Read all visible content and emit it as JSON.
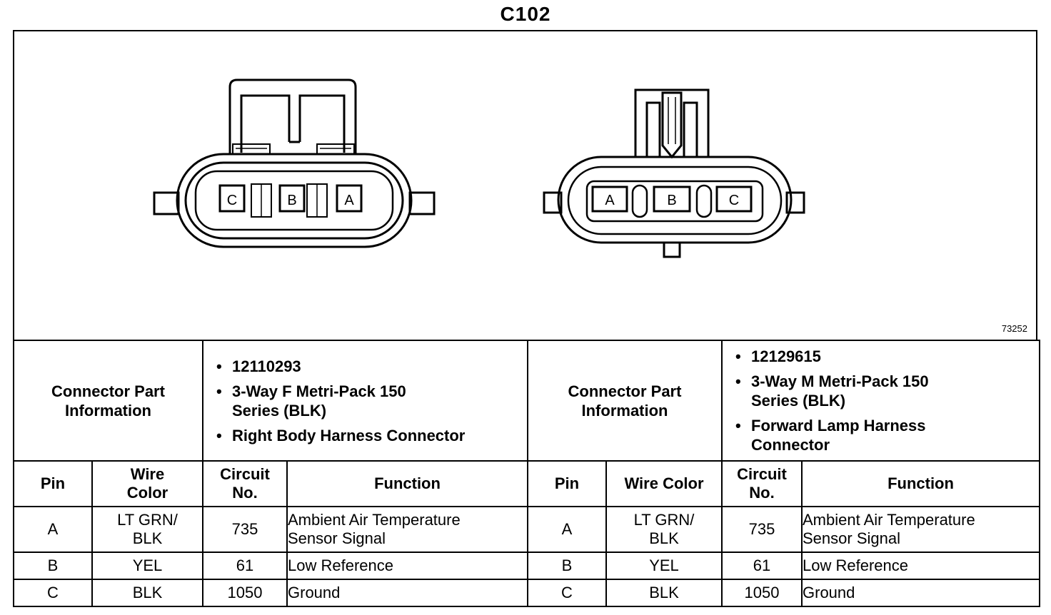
{
  "title": "C102",
  "figure_id": "73252",
  "connectors": [
    {
      "info_label": "Connector Part Information",
      "info_items": [
        "12110293",
        "3-Way F Metri-Pack 150 Series (BLK)",
        "Right Body Harness Connector"
      ],
      "pin_labels": [
        "C",
        "B",
        "A"
      ]
    },
    {
      "info_label": "Connector Part Information",
      "info_items": [
        "12129615",
        "3-Way M Metri-Pack 150 Series (BLK)",
        "Forward Lamp Harness Connector"
      ],
      "pin_labels": [
        "A",
        "B",
        "C"
      ]
    }
  ],
  "table": {
    "headers_left": [
      "Pin",
      "Wire Color",
      "Circuit No.",
      "Function"
    ],
    "headers_right": [
      "Pin",
      "Wire Color",
      "Circuit No.",
      "Function"
    ],
    "rows": [
      {
        "pin": "A",
        "wire": "LT GRN/ BLK",
        "circuit": "735",
        "function": "Ambient Air Temperature Sensor Signal"
      },
      {
        "pin": "B",
        "wire": "YEL",
        "circuit": "61",
        "function": "Low Reference"
      },
      {
        "pin": "C",
        "wire": "BLK",
        "circuit": "1050",
        "function": "Ground"
      }
    ]
  }
}
